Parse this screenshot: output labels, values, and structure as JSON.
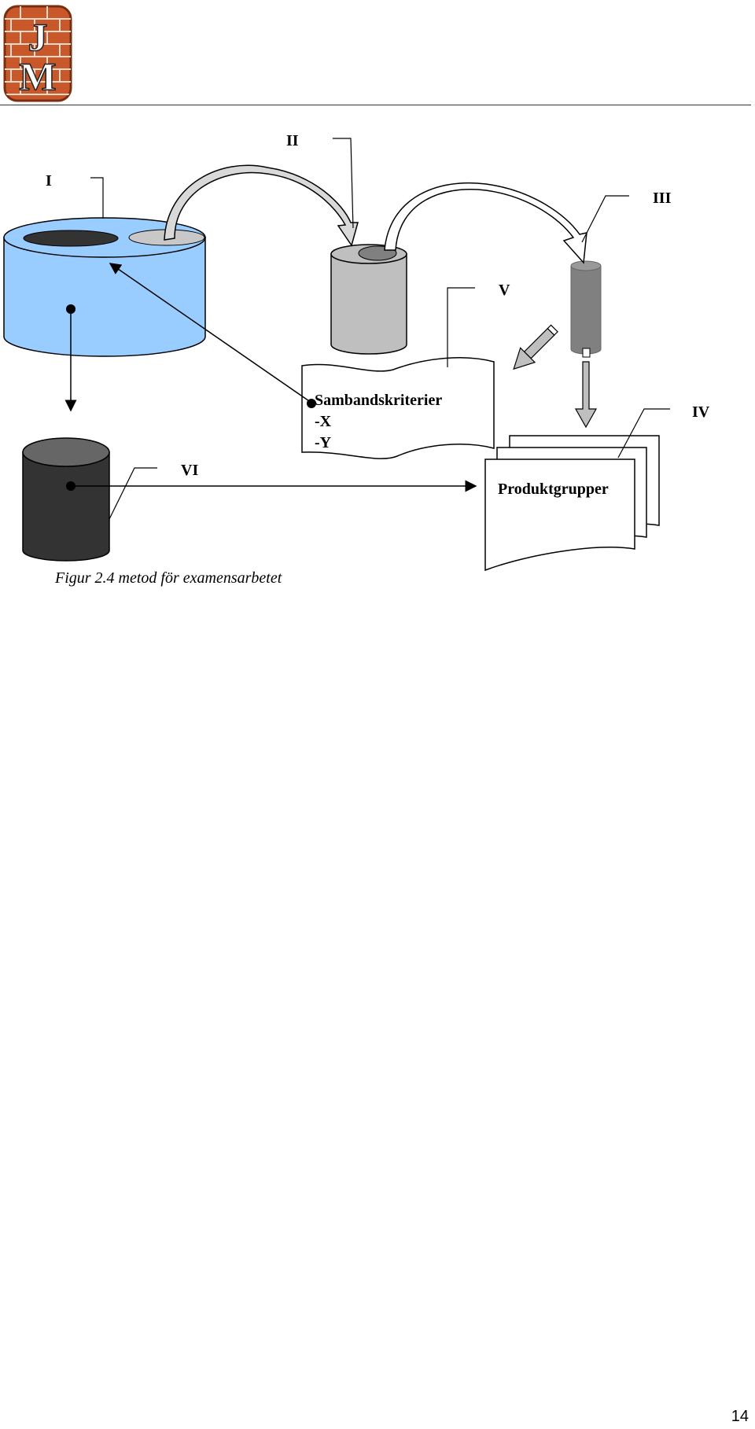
{
  "logo": {
    "letters": [
      "J",
      "M"
    ]
  },
  "figure": {
    "labels": {
      "I": "I",
      "II": "II",
      "III": "III",
      "IV": "IV",
      "V": "V",
      "VI": "VI"
    },
    "criteria": {
      "title": "Sambandskriterier",
      "lines": [
        "-X",
        "-Y"
      ]
    },
    "groups": "Produktgrupper",
    "colors": {
      "large_db": "#99ccff",
      "mid_db": "#bfbfbf",
      "small_db": "#808080",
      "dark_db": "#333333"
    }
  },
  "caption": "Figur 2.4 metod för examensarbetet",
  "page_number": "14"
}
